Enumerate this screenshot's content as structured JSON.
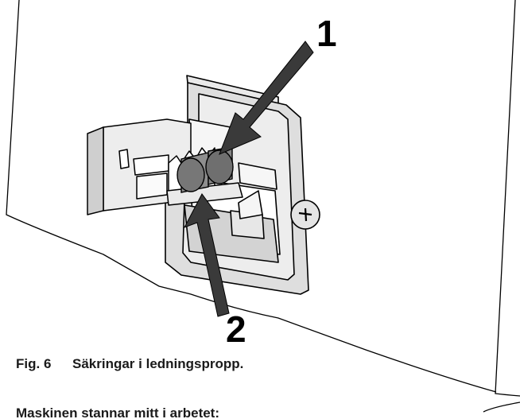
{
  "figure": {
    "callouts": [
      "1",
      "2"
    ]
  },
  "caption": {
    "number": "Fig. 6",
    "text": "Säkringar i ledningspropp."
  },
  "subline": {
    "text": "Maskinen stannar mitt i arbetet:"
  }
}
